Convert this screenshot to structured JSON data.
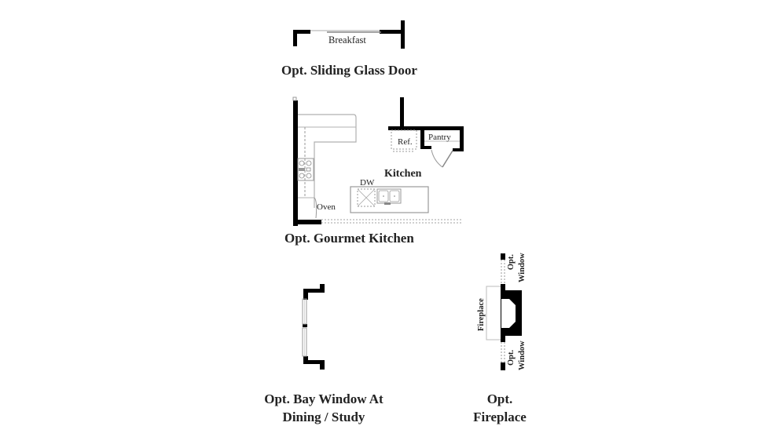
{
  "options": {
    "sliding_glass_door": {
      "caption": "Opt. Sliding Glass Door",
      "room_label": "Breakfast"
    },
    "gourmet_kitchen": {
      "caption": "Opt. Gourmet Kitchen",
      "room_label": "Kitchen",
      "fixtures": {
        "refrigerator": "Ref.",
        "pantry": "Pantry",
        "dishwasher": "DW",
        "oven": "Oven"
      }
    },
    "bay_window": {
      "caption_line1": "Opt. Bay Window At",
      "caption_line2": "Dining / Study"
    },
    "fireplace": {
      "caption_line1": "Opt.",
      "caption_line2": "Fireplace",
      "fixture_label": "Fireplace",
      "window_top_line1": "Opt.",
      "window_top_line2": "Window",
      "window_bottom_line1": "Opt.",
      "window_bottom_line2": "Window"
    }
  },
  "colors": {
    "wall": "#000000",
    "fixture_line": "#a8a8a8",
    "dashed_line": "#9a9a9a",
    "text": "#222222"
  }
}
